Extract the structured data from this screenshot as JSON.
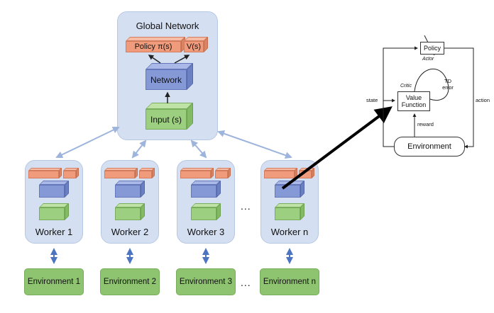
{
  "global": {
    "title": "Global Network",
    "policy_label": "Policy π(s)",
    "value_label": "V(s)",
    "network_label": "Network",
    "input_label": "Input (s)"
  },
  "workers": [
    {
      "label": "Worker 1",
      "env": "Environment 1"
    },
    {
      "label": "Worker 2",
      "env": "Environment 2"
    },
    {
      "label": "Worker 3",
      "env": "Environment 3"
    },
    {
      "label": "Worker n",
      "env": "Environment n"
    }
  ],
  "ellipsis": "...",
  "actor_critic": {
    "policy": "Policy",
    "actor": "Actor",
    "critic": "Critic",
    "value_function": "Value Function",
    "td_error": "TD error",
    "state": "state",
    "action": "action",
    "reward": "reward",
    "environment": "Environment"
  },
  "colors": {
    "panel": "#d4e0f2",
    "output_layer": "#ef9b7c",
    "network_layer": "#8599d6",
    "input_layer": "#9ccf7f",
    "environment": "#8ec470",
    "sync_arrow": "#9db4dc",
    "env_arrow": "#4d74c1"
  }
}
